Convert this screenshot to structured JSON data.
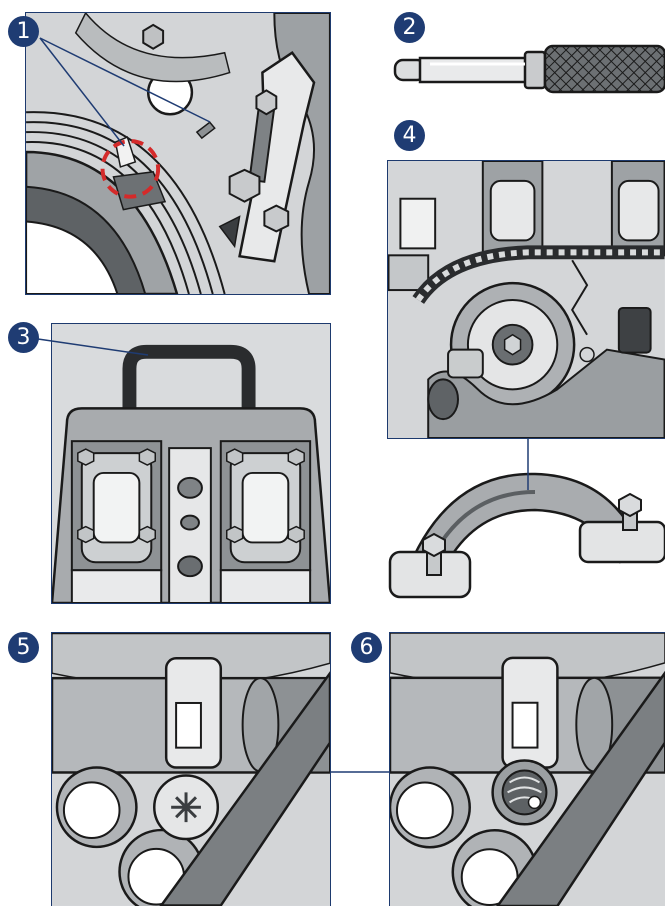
{
  "figure": {
    "badges": [
      {
        "id": "1",
        "label": "1"
      },
      {
        "id": "2",
        "label": "2"
      },
      {
        "id": "3",
        "label": "3"
      },
      {
        "id": "4",
        "label": "4"
      },
      {
        "id": "5",
        "label": "5"
      },
      {
        "id": "6",
        "label": "6"
      }
    ],
    "colors": {
      "accent": "#1f3c73",
      "frame": "#1d3a6e",
      "marker": "#d42a2a",
      "metal_light": "#d7d9db",
      "metal_dark": "#8f9396",
      "ink": "#1a1a1a"
    },
    "icons": [
      "crankshaft-pulley-icon",
      "locking-pin-icon",
      "camshaft-lock-tool-icon",
      "timing-chain-icon",
      "chain-tensioner-clamp-icon",
      "camshaft-bolt-icon"
    ]
  }
}
